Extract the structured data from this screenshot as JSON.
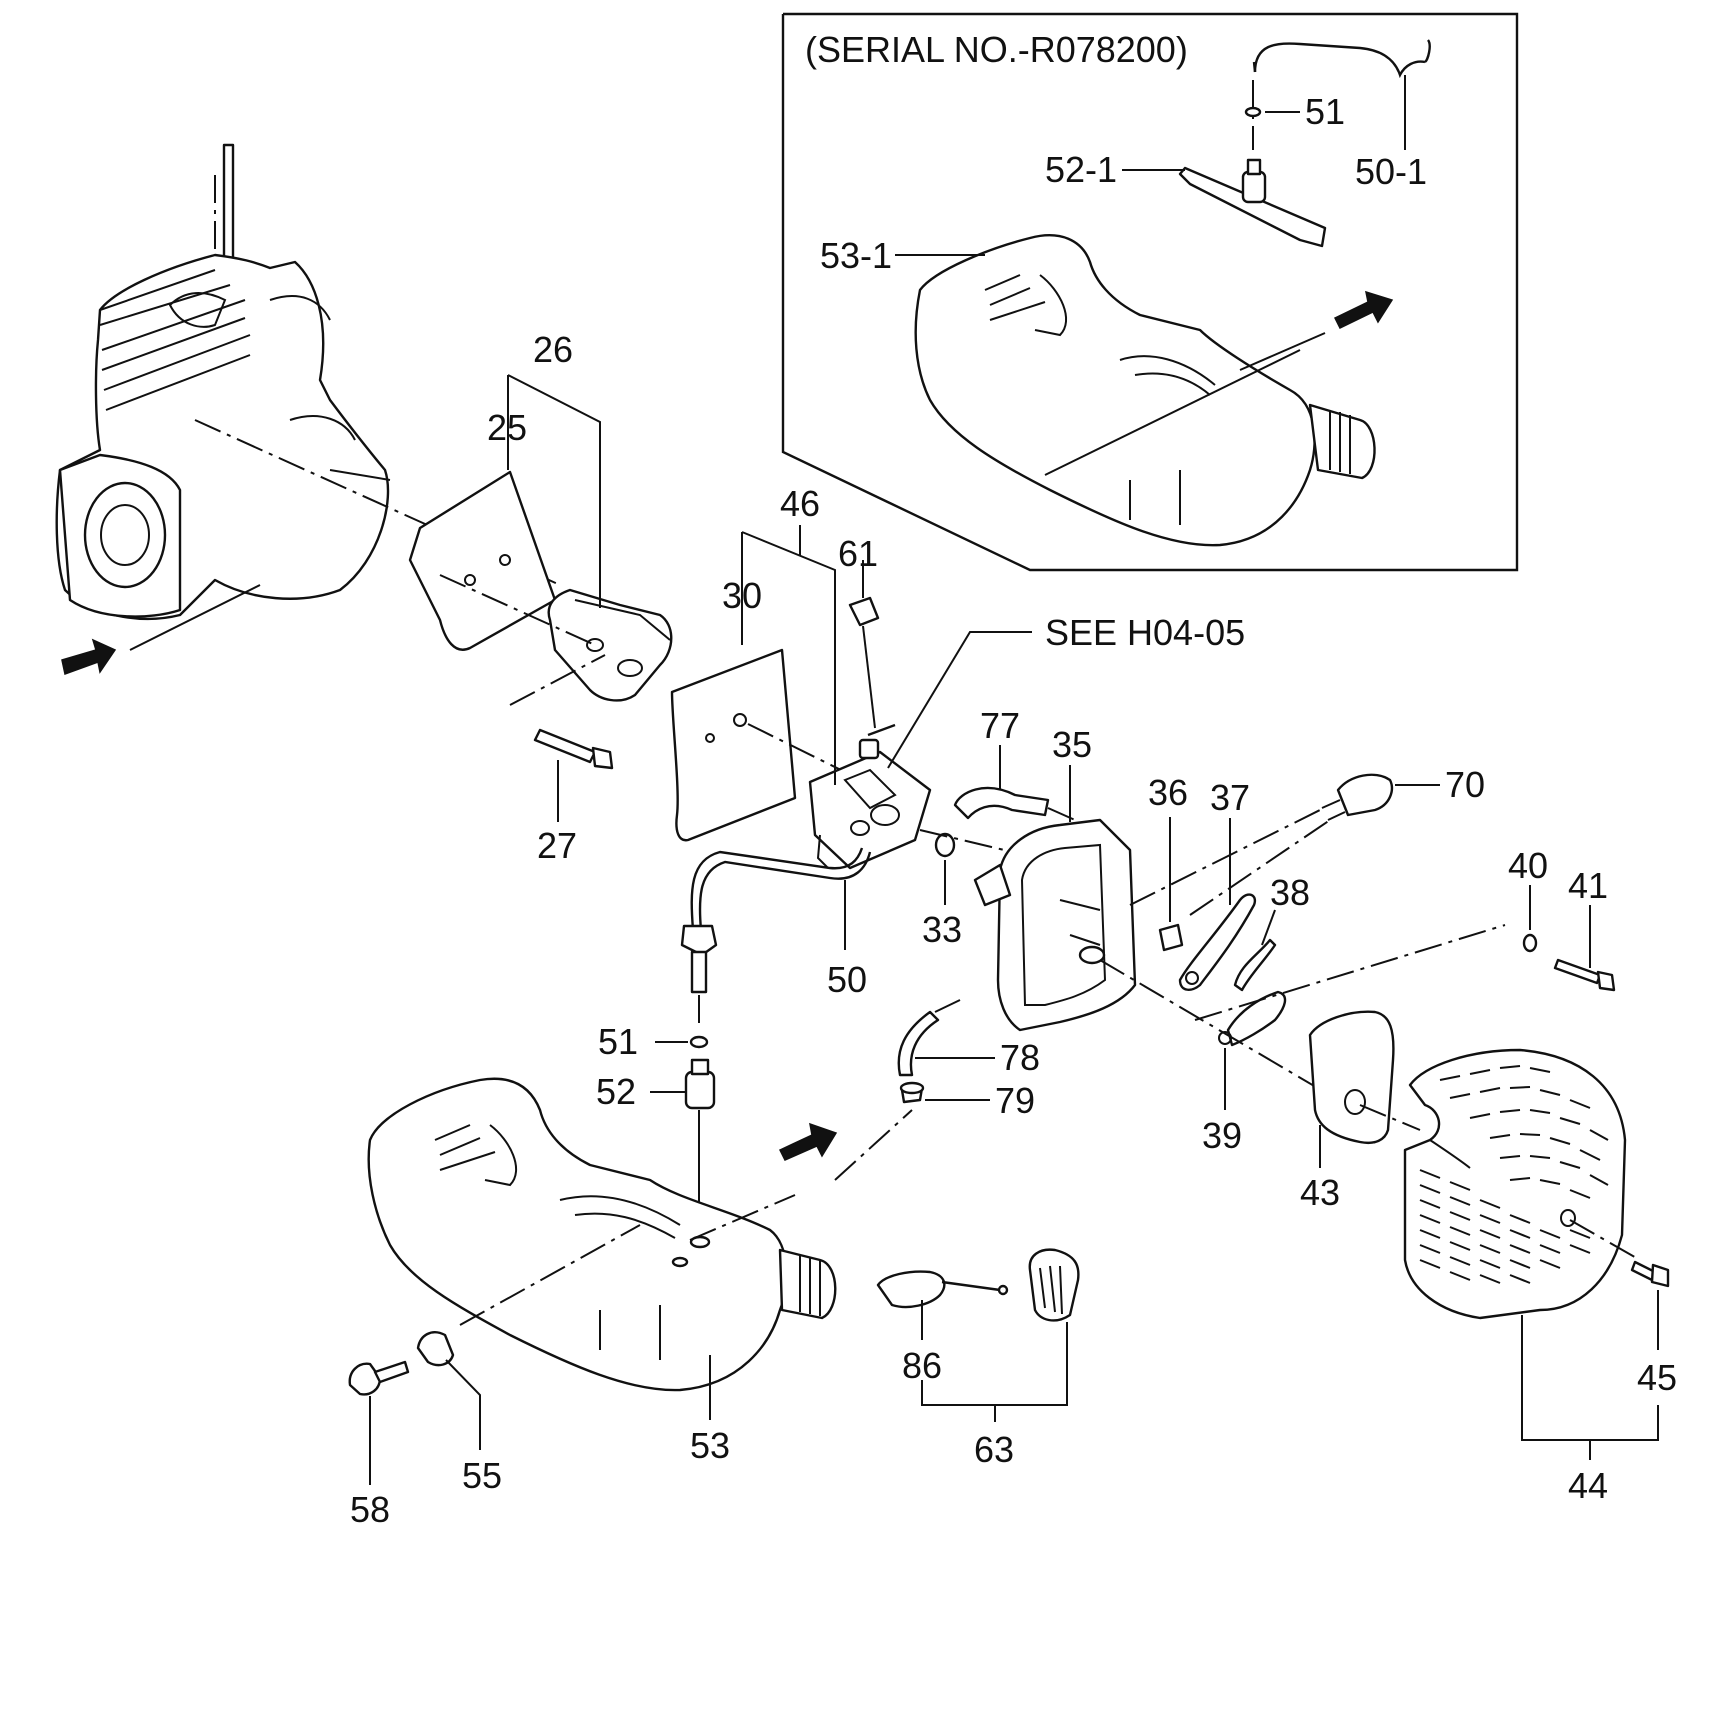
{
  "inset": {
    "note": "(SERIAL NO.-R078200)"
  },
  "see_ref": "SEE H04-05",
  "labels": {
    "l25": "25",
    "l26": "26",
    "l27": "27",
    "l30": "30",
    "l33": "33",
    "l35": "35",
    "l36": "36",
    "l37": "37",
    "l38": "38",
    "l39": "39",
    "l40": "40",
    "l41": "41",
    "l43": "43",
    "l44": "44",
    "l45": "45",
    "l46": "46",
    "l50": "50",
    "l50_1": "50-1",
    "l51": "51",
    "l51_inset": "51",
    "l52": "52",
    "l52_1": "52-1",
    "l53": "53",
    "l53_1": "53-1",
    "l55": "55",
    "l58": "58",
    "l61": "61",
    "l63": "63",
    "l70": "70",
    "l77": "77",
    "l78": "78",
    "l79": "79",
    "l86": "86"
  }
}
